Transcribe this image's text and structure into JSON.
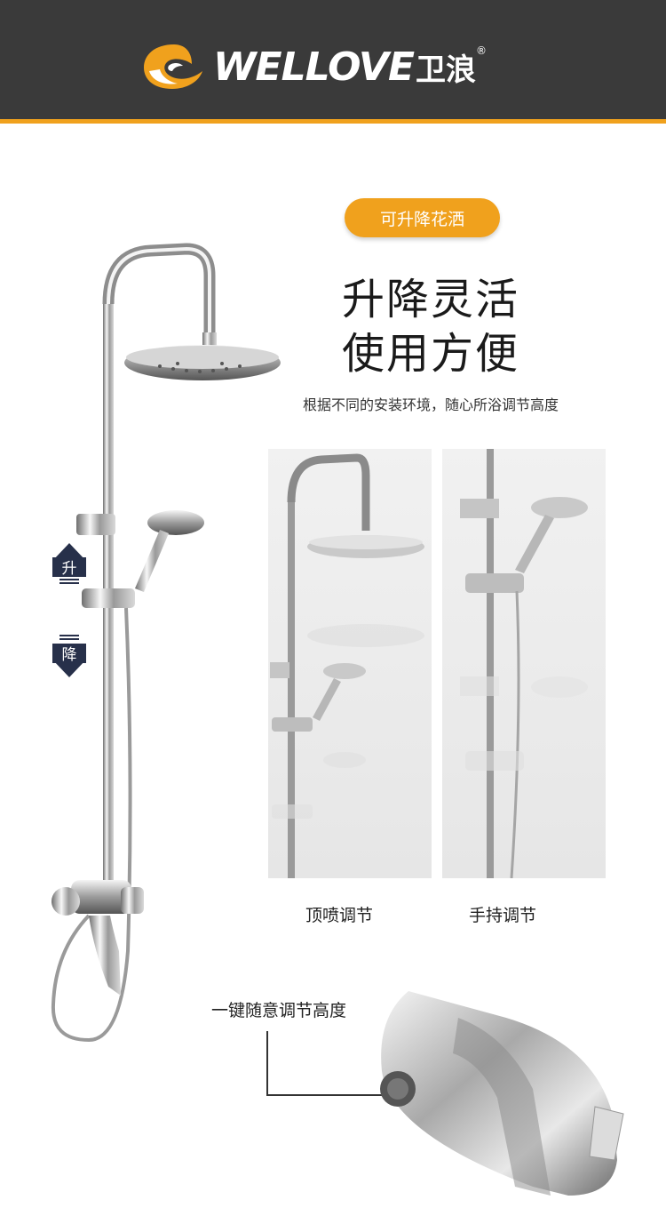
{
  "header": {
    "brand_latin": "WELLOVE",
    "brand_cn": "卫浪",
    "registered": "®",
    "logo_icon": "swirl-logo-icon",
    "colors": {
      "bar": "#3a3a3a",
      "accent": "#f0a11d"
    }
  },
  "feature": {
    "tag": "可升降花洒",
    "headline_1": "升降灵活",
    "headline_2": "使用方便",
    "description": "根据不同的安装环境，随心所浴调节高度"
  },
  "main_image": {
    "up_label": "升",
    "down_label": "降"
  },
  "photos": [
    {
      "caption": "顶喷调节"
    },
    {
      "caption": "手持调节"
    }
  ],
  "detail": {
    "label": "一键随意调节高度"
  }
}
